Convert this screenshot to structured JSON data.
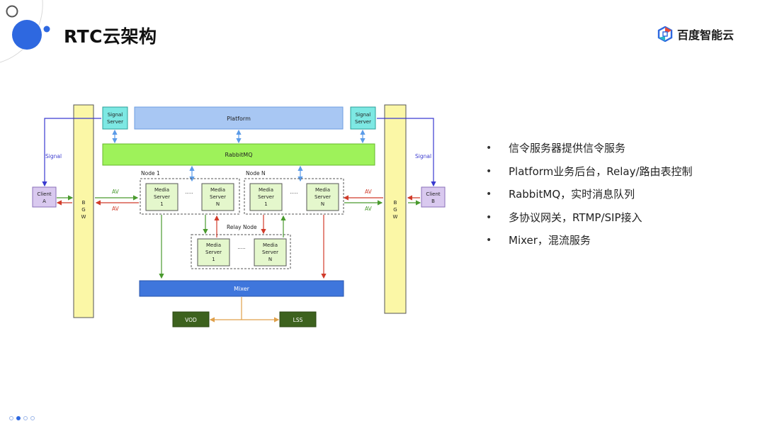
{
  "title": "RTC云架构",
  "brand": {
    "name": "百度智能云",
    "logo_icon": "baidu-cloud-logo-icon"
  },
  "colors": {
    "accent_blue": "#2e68e0",
    "bgw_fill": "#fbf7a6",
    "signal_fill": "#7de8e3",
    "platform_fill": "#a8c7f3",
    "rabbitmq_fill": "#9ef25a",
    "media_fill": "#e4f7cc",
    "client_fill": "#d9c9ef",
    "mixer_fill": "#3f76dc",
    "vod_fill": "#3d621e",
    "av_green": "#4a9a2e",
    "av_red": "#d13b2a",
    "signal_arrow": "#3a3ad0"
  },
  "diagram": {
    "platform": "Platform",
    "rabbitmq": "RabbitMQ",
    "signal_server_left": [
      "Signal",
      "Server"
    ],
    "signal_server_right": [
      "Signal",
      "Server"
    ],
    "bgw_left": [
      "B",
      "G",
      "W"
    ],
    "bgw_right": [
      "B",
      "G",
      "W"
    ],
    "client_a": [
      "Client",
      "A"
    ],
    "client_b": [
      "Client",
      "B"
    ],
    "signal_label_left": "Signal",
    "signal_label_right": "Signal",
    "av_labels": {
      "left_top": "AV",
      "left_bottom": "AV",
      "right_top": "AV",
      "right_bottom": "AV"
    },
    "node1_label": "Node 1",
    "nodeN_label": "Node N",
    "relay_node_label": "Relay Node",
    "ellipsis": ".....",
    "node1_servers": [
      [
        "Media",
        "Server",
        "1"
      ],
      [
        "Media",
        "Server",
        "N"
      ]
    ],
    "nodeN_servers": [
      [
        "Media",
        "Server",
        "1"
      ],
      [
        "Media",
        "Server",
        "N"
      ]
    ],
    "relay_servers": [
      [
        "Media",
        "Server",
        "1"
      ],
      [
        "Media",
        "Server",
        "N"
      ]
    ],
    "mixer": "Mixer",
    "vod": "VOD",
    "lss": "LSS"
  },
  "bullets": [
    "信令服务器提供信令服务",
    "Platform业务后台，Relay/路由表控制",
    "RabbitMQ，实时消息队列",
    "多协议网关，RTMP/SIP接入",
    "Mixer，混流服务"
  ],
  "pager": {
    "total": 4,
    "active": 2
  }
}
